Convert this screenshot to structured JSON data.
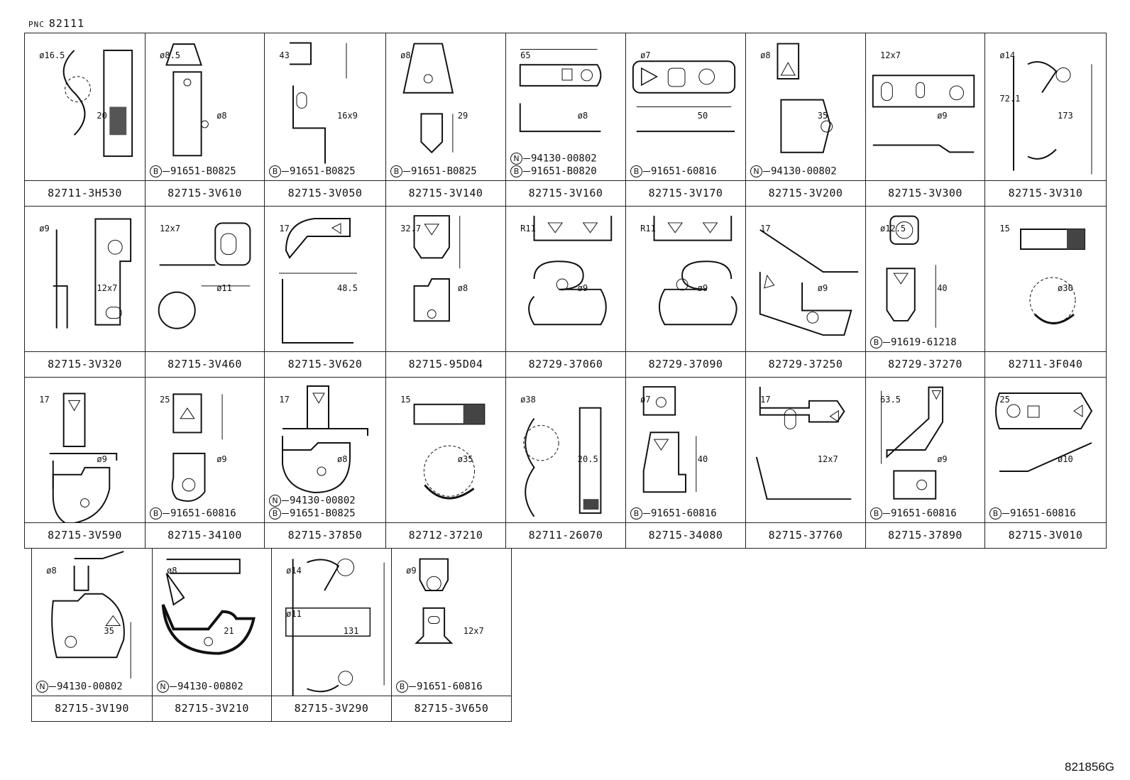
{
  "header": {
    "pnc_label": "PNC",
    "pnc_value": "82111"
  },
  "reference": "821856G",
  "cells": [
    {
      "part": "82711-3H530",
      "dims": [
        "ø16.5",
        "20"
      ],
      "fasteners": []
    },
    {
      "part": "82715-3V610",
      "dims": [
        "ø8.5",
        "ø8"
      ],
      "fasteners": [
        {
          "mark": "B",
          "code": "91651-B0825"
        }
      ]
    },
    {
      "part": "82715-3V050",
      "dims": [
        "43",
        "16x9"
      ],
      "fasteners": [
        {
          "mark": "B",
          "code": "91651-B0825"
        }
      ]
    },
    {
      "part": "82715-3V140",
      "dims": [
        "ø8",
        "29"
      ],
      "fasteners": [
        {
          "mark": "B",
          "code": "91651-B0825"
        }
      ]
    },
    {
      "part": "82715-3V160",
      "dims": [
        "65",
        "ø8"
      ],
      "fasteners": [
        {
          "mark": "N",
          "code": "94130-00802"
        },
        {
          "mark": "B",
          "code": "91651-B0820"
        }
      ]
    },
    {
      "part": "82715-3V170",
      "dims": [
        "ø7",
        "50"
      ],
      "fasteners": [
        {
          "mark": "B",
          "code": "91651-60816"
        }
      ]
    },
    {
      "part": "82715-3V200",
      "dims": [
        "ø8",
        "35"
      ],
      "fasteners": [
        {
          "mark": "N",
          "code": "94130-00802"
        }
      ]
    },
    {
      "part": "82715-3V300",
      "dims": [
        "12x7",
        "ø9"
      ],
      "fasteners": []
    },
    {
      "part": "82715-3V310",
      "dims": [
        "ø14",
        "173",
        "72.1"
      ],
      "fasteners": []
    },
    {
      "part": "82715-3V320",
      "dims": [
        "ø9",
        "12x7"
      ],
      "fasteners": []
    },
    {
      "part": "82715-3V460",
      "dims": [
        "12x7",
        "ø11"
      ],
      "fasteners": []
    },
    {
      "part": "82715-3V620",
      "dims": [
        "17",
        "48.5"
      ],
      "fasteners": []
    },
    {
      "part": "82715-95D04",
      "dims": [
        "32.7",
        "ø8"
      ],
      "fasteners": []
    },
    {
      "part": "82729-37060",
      "dims": [
        "R11",
        "ø9"
      ],
      "fasteners": []
    },
    {
      "part": "82729-37090",
      "dims": [
        "R11",
        "ø9"
      ],
      "fasteners": []
    },
    {
      "part": "82729-37250",
      "dims": [
        "17",
        "ø9"
      ],
      "fasteners": []
    },
    {
      "part": "82729-37270",
      "dims": [
        "ø12.5",
        "40"
      ],
      "fasteners": [
        {
          "mark": "B",
          "code": "91619-61218"
        }
      ]
    },
    {
      "part": "82711-3F040",
      "dims": [
        "15",
        "ø30"
      ],
      "fasteners": []
    },
    {
      "part": "82715-3V590",
      "dims": [
        "17",
        "ø9"
      ],
      "fasteners": []
    },
    {
      "part": "82715-34100",
      "dims": [
        "25",
        "ø9"
      ],
      "fasteners": [
        {
          "mark": "B",
          "code": "91651-60816"
        }
      ]
    },
    {
      "part": "82715-37850",
      "dims": [
        "17",
        "ø8"
      ],
      "fasteners": [
        {
          "mark": "N",
          "code": "94130-00802"
        },
        {
          "mark": "B",
          "code": "91651-B0825"
        }
      ]
    },
    {
      "part": "82712-37210",
      "dims": [
        "15",
        "ø35"
      ],
      "fasteners": []
    },
    {
      "part": "82711-26070",
      "dims": [
        "ø38",
        "20.5"
      ],
      "fasteners": []
    },
    {
      "part": "82715-34080",
      "dims": [
        "ø7",
        "40"
      ],
      "fasteners": [
        {
          "mark": "B",
          "code": "91651-60816"
        }
      ]
    },
    {
      "part": "82715-37760",
      "dims": [
        "17",
        "12x7"
      ],
      "fasteners": []
    },
    {
      "part": "82715-37890",
      "dims": [
        "63.5",
        "ø9"
      ],
      "fasteners": [
        {
          "mark": "B",
          "code": "91651-60816"
        }
      ]
    },
    {
      "part": "82715-3V010",
      "dims": [
        "25",
        "ø10"
      ],
      "fasteners": [
        {
          "mark": "B",
          "code": "91651-60816"
        }
      ]
    },
    {
      "part": "82715-3V190",
      "dims": [
        "ø8",
        "35"
      ],
      "fasteners": [
        {
          "mark": "N",
          "code": "94130-00802"
        }
      ]
    },
    {
      "part": "82715-3V210",
      "dims": [
        "ø8",
        "21"
      ],
      "fasteners": [
        {
          "mark": "N",
          "code": "94130-00802"
        }
      ]
    },
    {
      "part": "82715-3V290",
      "dims": [
        "ø14",
        "131",
        "ø11"
      ],
      "fasteners": []
    },
    {
      "part": "82715-3V650",
      "dims": [
        "ø9",
        "12x7"
      ],
      "fasteners": [
        {
          "mark": "B",
          "code": "91651-60816"
        }
      ]
    }
  ]
}
